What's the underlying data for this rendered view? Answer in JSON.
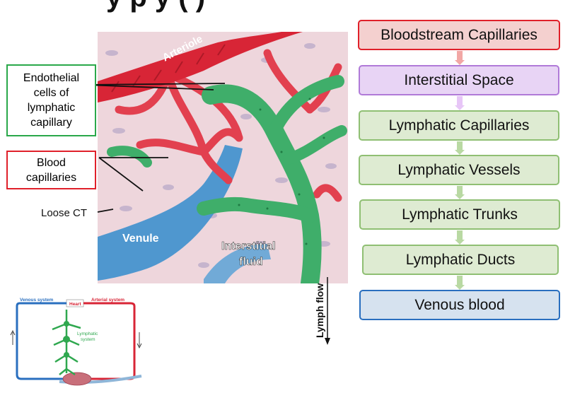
{
  "title_fragment": "y    p        y  (         )",
  "illustration": {
    "labels": {
      "arteriole": "Arteriole",
      "venule": "Venule",
      "interstitial_fluid_1": "Interstitial",
      "interstitial_fluid_2": "fluid",
      "lymph_flow": "Lymph flow"
    }
  },
  "callouts": {
    "endothelial": [
      "Endothelial",
      "cells of",
      "lymphatic",
      "capillary"
    ],
    "blood_caps": [
      "Blood",
      "capillaries"
    ],
    "loose_ct": "Loose CT"
  },
  "flow": {
    "steps": [
      {
        "label": "Bloodstream Capillaries",
        "fill": "#f4d0cf",
        "border": "#e0202a"
      },
      {
        "label": "Interstitial Space",
        "fill": "#e8d4f5",
        "border": "#b07ad8"
      },
      {
        "label": "Lymphatic Capillaries",
        "fill": "#deebd2",
        "border": "#8fbf73"
      },
      {
        "label": "Lymphatic Vessels",
        "fill": "#deebd2",
        "border": "#8fbf73"
      },
      {
        "label": "Lymphatic Trunks",
        "fill": "#deebd2",
        "border": "#8fbf73"
      },
      {
        "label": "Lymphatic Ducts",
        "fill": "#deebd2",
        "border": "#8fbf73"
      },
      {
        "label": "Venous blood",
        "fill": "#d6e2ef",
        "border": "#2a6fbf"
      }
    ],
    "arrow_colors": [
      "#f2a7a5",
      "#e7c6f7",
      "#b9d9a3",
      "#b9d9a3",
      "#b9d9a3",
      "#b9d9a3"
    ]
  },
  "inset": {
    "venous": "Venous system",
    "arterial": "Arterial system",
    "heart": "Heart",
    "lymph_1": "Lymphatic",
    "lymph_2": "system"
  },
  "colors": {
    "tissue": "#eed6dc",
    "blood_red": "#e2404f",
    "lymph_green": "#3fae6a",
    "venule_blue": "#4f97cf",
    "endothelial_box": "#2aa84a",
    "blood_box": "#e0202a"
  }
}
